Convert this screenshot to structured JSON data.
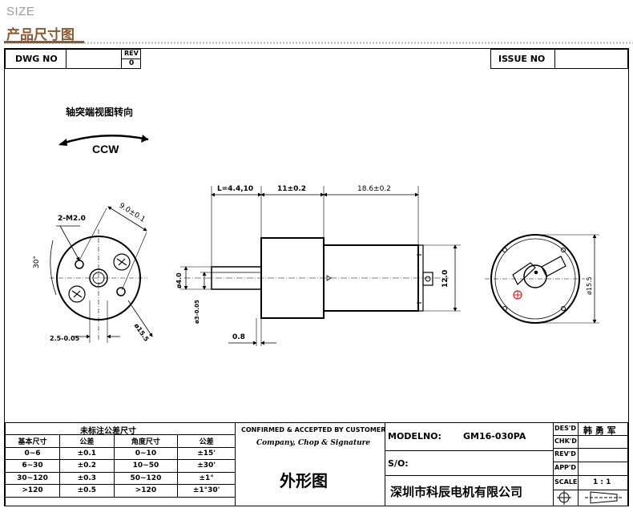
{
  "header": {
    "size_label": "SIZE",
    "title": "产品尺寸图"
  },
  "titleblock_top": {
    "dwg_no_label": "DWG  NO",
    "rev_label": "REV",
    "rev_value": "0",
    "issue_no_label": "ISSUE  NO"
  },
  "drawing": {
    "rotation_title": "轴突端视图转向",
    "rotation_dir": "CCW",
    "dim_hole": "2-M2.0",
    "dim_pcd": "9.0±0.1",
    "dim_angle": "30°",
    "dim_shaft_flat": "2.5-0.05",
    "dim_outer_dia": "ø15.5",
    "dim_shaft_len": "L=4.4,10",
    "dim_gear_len": "11±0.2",
    "dim_motor_len": "18.6±0.2",
    "dim_shaft_dia": "ø4.0",
    "dim_shaft_dia2": "ø3-0.05",
    "dim_boss": "0.8",
    "dim_motor_h": "12.0",
    "dim_end_dia": "ø15.5"
  },
  "tolerance_table": {
    "caption": "未标注公差尺寸",
    "headers": [
      "基本尺寸",
      "公差",
      "角度尺寸",
      "公差"
    ],
    "rows": [
      [
        "0~6",
        "±0.1",
        "0~10",
        "±15'"
      ],
      [
        "6~30",
        "±0.2",
        "10~50",
        "±30'"
      ],
      [
        "30~120",
        "±0.3",
        "50~120",
        "±1°"
      ],
      [
        ">120",
        "±0.5",
        ">120",
        "±1°30'"
      ]
    ]
  },
  "confirm_block": {
    "line1": "CONFIRMED & ACCEPTED BY CUSTOMER",
    "line2": "Company, Chop & Signature",
    "drawing_name": "外形图"
  },
  "model_block": {
    "model_label": "MODELNO:",
    "model_value": "GM16-030PA",
    "s_label": "S/O:",
    "company": "深圳市科辰电机有限公司"
  },
  "sign_block": {
    "des_label": "DES'D",
    "des_value": "韩 勇 军",
    "chk_label": "CHK'D",
    "rev_label": "REV'D",
    "app_label": "APP'D",
    "scale_label": "SCALE",
    "scale_value": "1 : 1"
  }
}
